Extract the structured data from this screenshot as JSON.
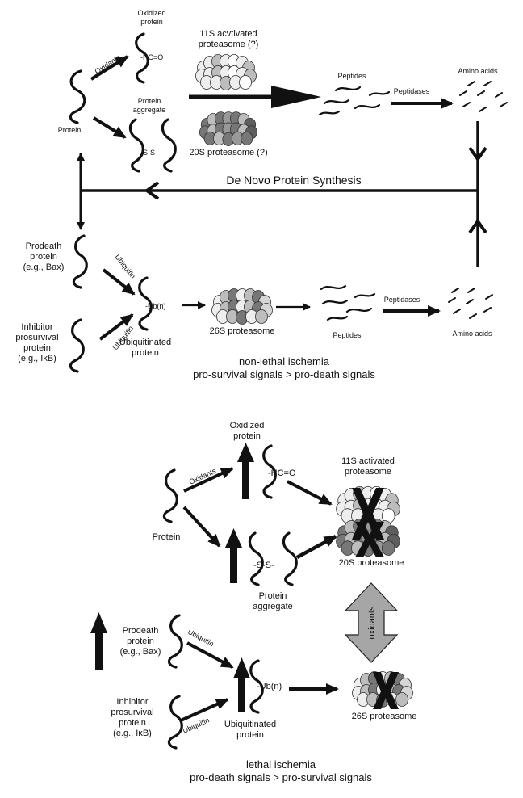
{
  "top": {
    "oxidants": "Oxidants",
    "oxidized_protein": [
      "Oxidized",
      "protein"
    ],
    "hc_o": "HC=O",
    "protein_aggregate": [
      "Protein",
      "aggregate"
    ],
    "s_s": "S-S",
    "protein": "Protein",
    "activated_11s": [
      "11S acvtivated",
      "proteasome (?)"
    ],
    "proteasome_20s": "20S proteasome (?)",
    "peptides": "Peptides",
    "peptidases": "Peptidases",
    "amino_acids": "Amino acids",
    "de_novo": "De Novo Protein Synthesis"
  },
  "middle": {
    "prodeath": [
      "Prodeath",
      "protein",
      "(e.g., Bax)"
    ],
    "inhibitor": [
      "Inhibitor",
      "prosurvival",
      "protein",
      "(e.g., IκB)"
    ],
    "ubiquitin": "Ubiquitin",
    "ub_n": "Ub(n)",
    "ubiquitinated": [
      "Ubiquitinated",
      "protein"
    ],
    "proteasome_26s": "26S proteasome",
    "peptides": "Peptides",
    "peptidases": "Peptidases",
    "amino_acids": "Amino acids",
    "caption": [
      "non-lethal ischemia",
      "pro-survival signals > pro-death signals"
    ]
  },
  "bottom": {
    "oxidized_protein": [
      "Oxidized",
      "protein"
    ],
    "oxidants": "Oxidants",
    "hc_o": "HC=O",
    "protein": "Protein",
    "s_s": "S-S",
    "protein_aggregate": [
      "Protein",
      "aggregate"
    ],
    "activated_11s": [
      "11S activated",
      "proteasome"
    ],
    "proteasome_20s": "20S proteasome",
    "oxidants_arrow": "oxidants",
    "prodeath": [
      "Prodeath",
      "protein",
      "(e.g., Bax)"
    ],
    "inhibitor": [
      "Inhibitor",
      "prosurvival",
      "protein",
      "(e.g., IκB)"
    ],
    "ubiquitin": "Ubiquitin",
    "ub_n": "Ub(n)",
    "ubiquitinated": [
      "Ubiquitinated",
      "protein"
    ],
    "proteasome_26s": "26S proteasome",
    "caption": [
      "lethal ischemia",
      "pro-death signals > pro-survival signals"
    ]
  },
  "colors": {
    "ink": "#111111",
    "proteasome_light": "#eeeeee",
    "proteasome_mid": "#bdbdbd",
    "proteasome_dark": "#777777",
    "double_arrow_fill": "#a6a6a6"
  }
}
